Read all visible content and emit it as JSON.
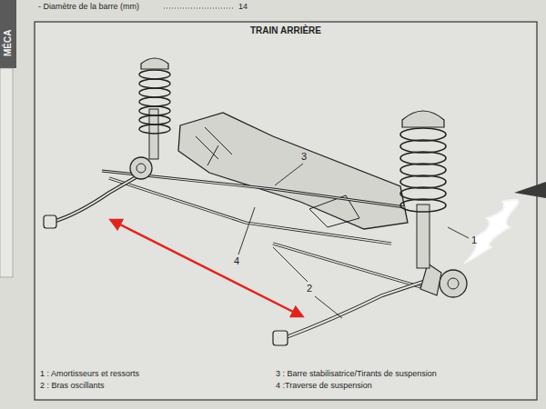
{
  "diagram": {
    "title": "TRAIN ARRIÈRE",
    "labels": [
      "- Diamètre de la barre (mm)",
      "14",
      "MÉCA",
      "3",
      "4",
      "2",
      "1",
      "1 : Amortisseurs et ressorts",
      "2 : Bras oscillants",
      "3 : Barre stabilisatrice/Tirants de suspension",
      "4 :Traverse de suspension"
    ]
  }
}
